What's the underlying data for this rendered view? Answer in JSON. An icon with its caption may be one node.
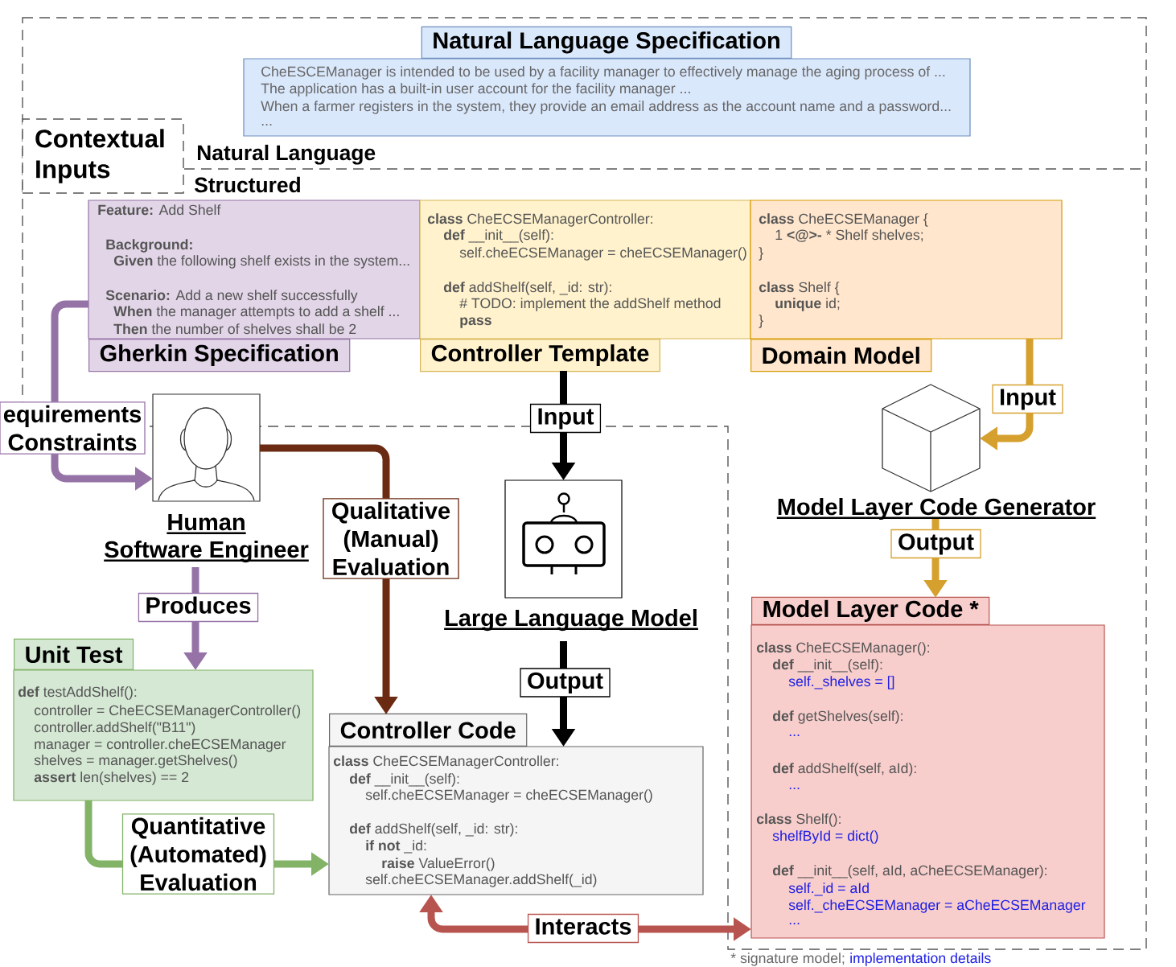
{
  "diagram": {
    "nodes": [
      {
        "text": [
          "Natural Language Specification",
          "CheESCEManager is intended to be used by a facility manager to effectively manage the aging process of ...",
          "The application has a built-in user account for the facility manager ...",
          "When a farmer registers in the system, they provide an email address as the account name and a password...",
          "..."
        ]
      },
      {
        "text": [
          "Contextual Inputs"
        ]
      },
      {
        "text": [
          "**Feature:** Add Shelf",
          "**Background:**",
          "**Given** the following shelf exists in the system...",
          "**Scenario:** Add a new shelf successfully",
          "**When** the manager attempts to add a shelf ...",
          "**Then** the number of shelves shall be 2",
          "Gherkin Specification"
        ]
      },
      {
        "text": [
          "**class** CheECSEManagerController:",
          "**def** __init__(self):",
          "self.cheECSEManager = cheECSEManager()",
          "**def** addShelf(self, _id: str):",
          "# TODO: implement the addShelf method",
          "**pass**",
          "Controller Template"
        ]
      },
      {
        "text": [
          "**class** CheECSEManager {",
          "1 **<@>-** * Shelf shelves;",
          "}",
          "**class** Shelf {",
          "**unique** id;",
          "}",
          "Domain Model"
        ]
      },
      {
        "text": [
          "Human Software Engineer"
        ]
      },
      {
        "text": [
          "Large Language Model"
        ]
      },
      {
        "text": [
          "Model Layer Code Generator"
        ]
      },
      {
        "text": [
          "Unit Test",
          "**def** testAddShelf():",
          "controller = CheECSEManagerController()",
          "controller.addShelf(\"B11\")",
          "manager = controller.cheECSEManager",
          "shelves = manager.getShelves()",
          "**assert** len(shelves) == 2"
        ]
      },
      {
        "text": [
          "Controller Code",
          "**class** CheECSEManagerController:",
          "**def** __init__(self):",
          "self.cheECSEManager = cheECSEManager()",
          "**def** addShelf(self, _id: str):",
          "**if not** _id:",
          "**raise** ValueError()",
          "self.cheECSEManager.addShelf(_id)"
        ]
      },
      {
        "text": [
          "Model Layer Code *",
          "**class** CheECSEManager():",
          "**def** __init__(self):",
          "self._shelves = []",
          "**def** getShelves(self):",
          "...",
          "**def** addShelf(self, aId):",
          "...",
          "**class** Shelf():",
          "shelfById = dict()",
          "**def** __init__(self, aId, aCheECSEManager):",
          "self._id = aId",
          "self._cheECSEManager = aCheECSEManager",
          "..."
        ]
      }
    ],
    "edges": [
      {
        "from": 2,
        "to": 5,
        "arrow": "to",
        "label": "equirements Constraints",
        "color": "#9673a6"
      },
      {
        "from": 3,
        "to": 6,
        "arrow": "to",
        "label": "Input",
        "color": "#000000"
      },
      {
        "from": 4,
        "to": 7,
        "arrow": "to",
        "label": "Input",
        "color": "#d6a02e"
      },
      {
        "from": 5,
        "to": 8,
        "arrow": "to",
        "label": "Produces",
        "color": "#9673a6"
      },
      {
        "from": 5,
        "to": 9,
        "arrow": "to",
        "label": "Qualitative (Manual) Evaluation",
        "color": "#6b2a12"
      },
      {
        "from": 7,
        "to": 10,
        "arrow": "to",
        "label": "Output",
        "color": "#d6a02e"
      },
      {
        "from": 6,
        "to": 9,
        "arrow": "to",
        "label": "Output",
        "color": "#000000"
      },
      {
        "from": 8,
        "to": 9,
        "arrow": "to",
        "label": "Quantitative (Automated) Evaluation",
        "color": "#82b366"
      },
      {
        "from": 9,
        "to": 10,
        "arrow": "both",
        "label": "Interacts",
        "color": "#b85450"
      }
    ],
    "labels": [
      "Natural Language",
      "Structured",
      "* signature model;",
      "implementation details"
    ]
  }
}
